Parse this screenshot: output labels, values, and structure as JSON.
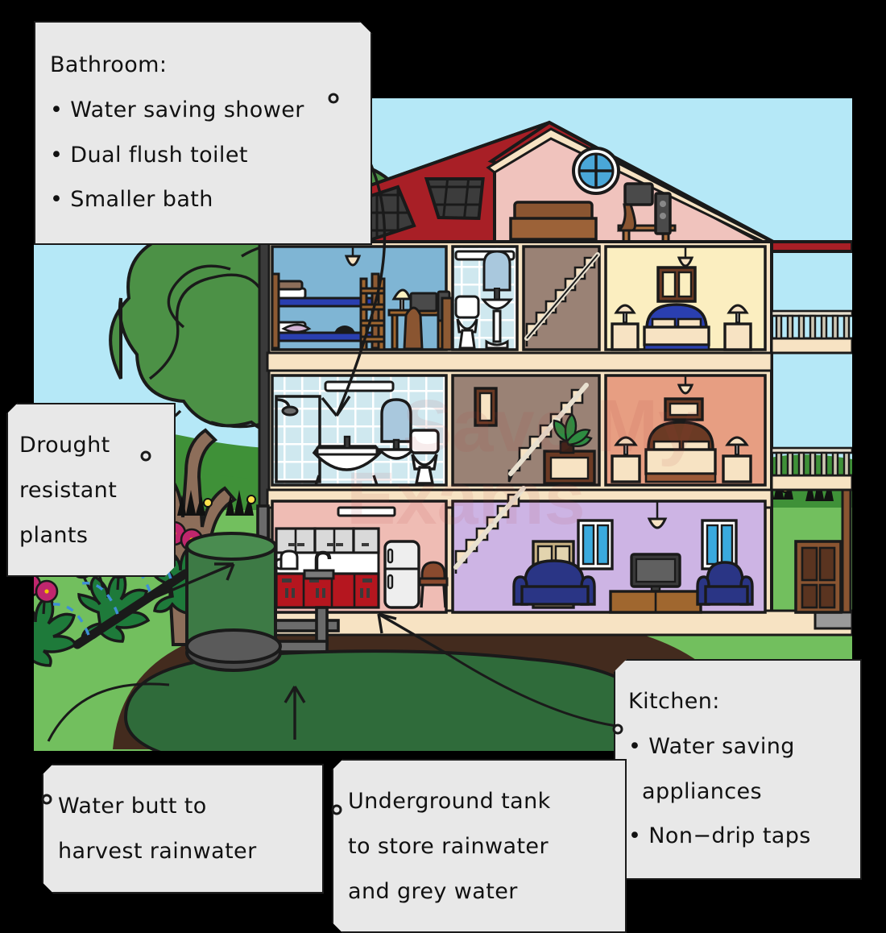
{
  "title": "Water efficient house cutaway diagram",
  "scene": {
    "sky_color": "#b5e8f7",
    "grass_color": "#72bf5e",
    "grass_dark": "#3f9138",
    "soil_color": "#432b1e",
    "roof_color": "#a81f26",
    "wall_color": "#f7e3c3",
    "tank_color": "#2f6b3a",
    "water_butt_color": "#3d7a45",
    "pipe_color": "#6b6b6b",
    "watermark": "Save My Exams"
  },
  "callouts": [
    {
      "id": "bathroom",
      "name": "callout-bathroom",
      "heading": "Bathroom:",
      "items": [
        "Water saving shower",
        "Dual flush toilet",
        "Smaller bath"
      ]
    },
    {
      "id": "plants",
      "name": "callout-drought-plants",
      "lines": [
        "Drought",
        "resistant",
        "plants"
      ]
    },
    {
      "id": "kitchen",
      "name": "callout-kitchen",
      "heading": "Kitchen:",
      "items": [
        "Water saving",
        "  appliances",
        "Non−drip taps"
      ]
    },
    {
      "id": "waterbutt",
      "name": "callout-water-butt",
      "lines": [
        "Water butt to",
        "harvest rainwater"
      ]
    },
    {
      "id": "tank",
      "name": "callout-underground-tank",
      "lines": [
        "Underground tank",
        "to store rainwater",
        "and grey water"
      ]
    }
  ],
  "rooms": {
    "attic": {
      "label": "attic",
      "wall": "#f0c3bd",
      "items": [
        "sofa",
        "desk",
        "monitor",
        "chair",
        "speaker",
        "round-window"
      ]
    },
    "kids_bedroom": {
      "label": "kids bedroom",
      "wall": "#7fb5d4",
      "items": [
        "bunk-bed",
        "ladder",
        "desk",
        "monitor",
        "lamp",
        "chair",
        "toy-car",
        "pendant-lamp"
      ]
    },
    "top_bathroom": {
      "label": "top bathroom",
      "wall": "#cfe8ef",
      "items": [
        "toilet",
        "sink",
        "mirror"
      ]
    },
    "top_stairs": {
      "label": "top stairs",
      "wall": "#9a8275",
      "items": [
        "staircase",
        "handrail"
      ]
    },
    "master_bedroom": {
      "label": "master bedroom",
      "wall": "#fbeec0",
      "items": [
        "double-bed",
        "nightstand",
        "lamp",
        "window",
        "pendant-lamp"
      ]
    },
    "main_bathroom": {
      "label": "main bathroom",
      "wall": "#cfe8ef",
      "items": [
        "shower",
        "bath",
        "sink",
        "mirror",
        "toilet",
        "ceiling-light"
      ]
    },
    "mid_hall": {
      "label": "middle hall",
      "wall": "#9a8275",
      "items": [
        "staircase",
        "handrail",
        "picture-frame",
        "sideboard",
        "plant"
      ]
    },
    "second_bedroom": {
      "label": "second bedroom",
      "wall": "#e79e82",
      "items": [
        "double-bed",
        "nightstand",
        "lamp",
        "picture-frame",
        "pendant-lamp"
      ]
    },
    "kitchen": {
      "label": "kitchen",
      "wall": "#efbcb4",
      "items": [
        "upper-cabinets",
        "sink",
        "tap",
        "kettle",
        "red-base-units",
        "fridge",
        "stool",
        "strip-light"
      ]
    },
    "living_room": {
      "label": "living room",
      "wall": "#cdb4e4",
      "items": [
        "sofa",
        "armchair",
        "tv",
        "tv-stand",
        "windows",
        "pendant-lamp",
        "staircase",
        "internal-door"
      ]
    }
  },
  "features": [
    {
      "name": "solar-panels",
      "count": 2
    },
    {
      "name": "water-butt"
    },
    {
      "name": "underground-tank"
    },
    {
      "name": "downpipe"
    },
    {
      "name": "drip-irrigation"
    },
    {
      "name": "balcony",
      "count": 2
    },
    {
      "name": "front-door"
    },
    {
      "name": "tree"
    },
    {
      "name": "flower-bed"
    }
  ]
}
